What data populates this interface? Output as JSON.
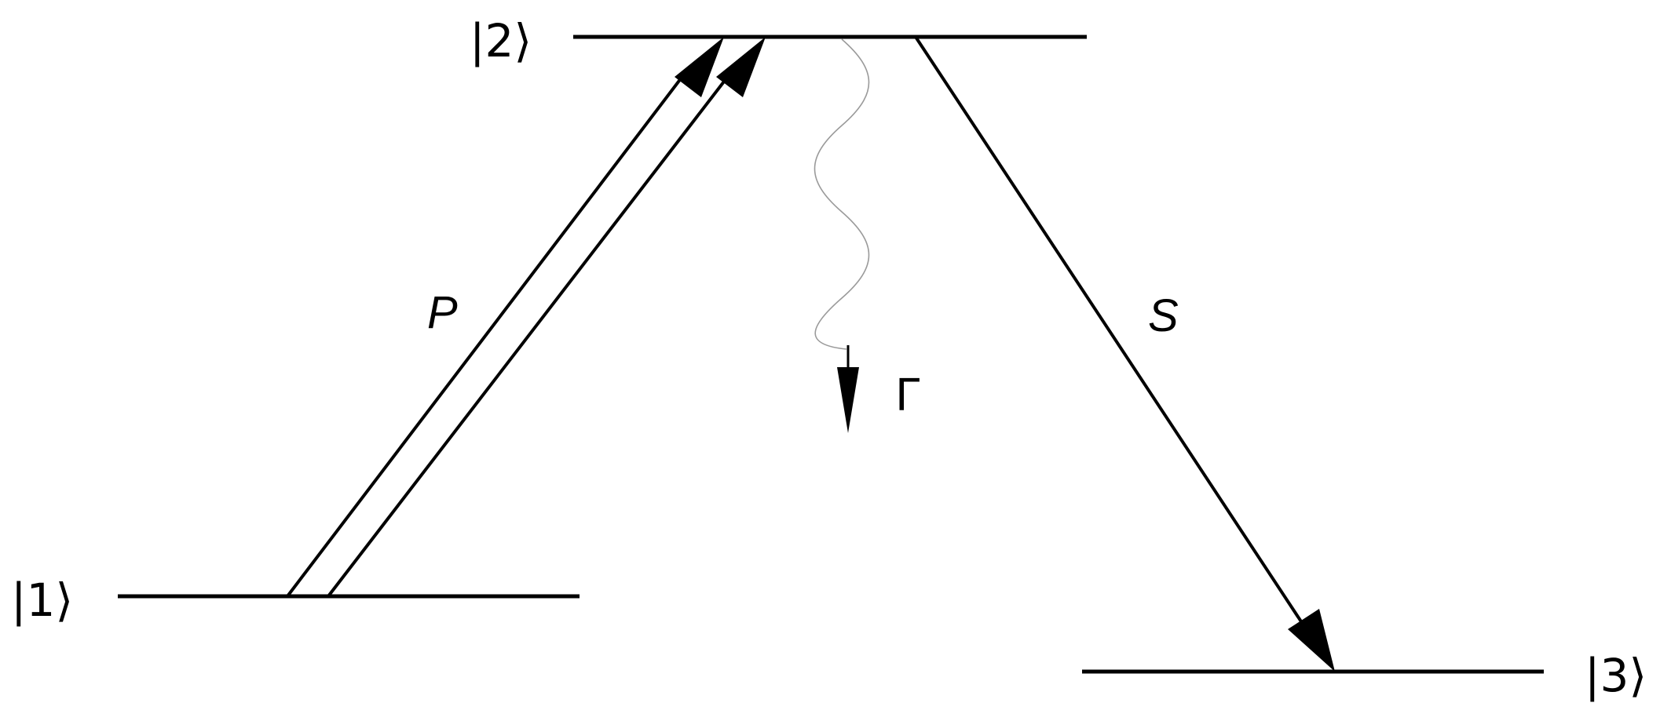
{
  "levels": [
    {
      "id": "state-1",
      "label": "|1⟩"
    },
    {
      "id": "state-2",
      "label": "|2⟩"
    },
    {
      "id": "state-3",
      "label": "|3⟩"
    }
  ],
  "transitions": [
    {
      "id": "pump",
      "label": "P",
      "from": "state-1",
      "to": "state-2",
      "style": "double-arrow"
    },
    {
      "id": "stokes",
      "label": "S",
      "from": "state-2",
      "to": "state-3",
      "style": "single-arrow"
    }
  ],
  "decay": {
    "label": "Γ",
    "from": "state-2",
    "style": "wavy-arrow",
    "wave_color": "#9a9a9a"
  },
  "colors": {
    "line": "#000000",
    "background": "#ffffff"
  }
}
